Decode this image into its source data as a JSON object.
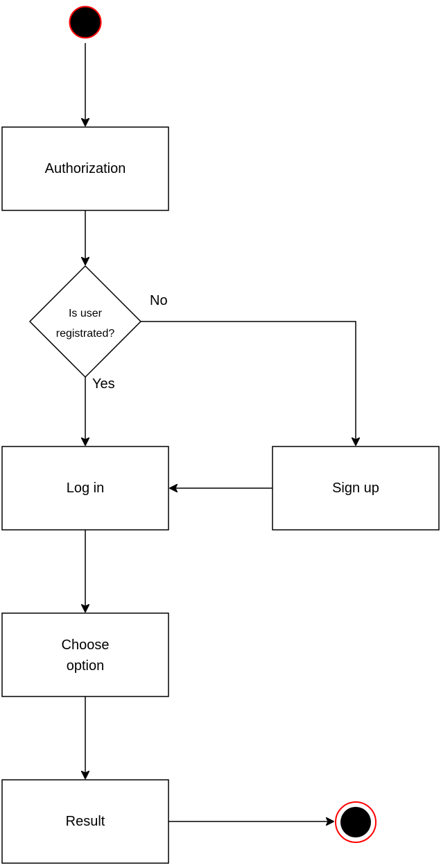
{
  "diagram": {
    "colors": {
      "stroke": "#000000",
      "fill": "#ffffff",
      "terminal_fill": "#000000",
      "terminal_ring": "#ff0000"
    },
    "nodes": {
      "start": {
        "kind": "initial-state"
      },
      "authorization": {
        "label": "Authorization"
      },
      "decision": {
        "line1": "Is user",
        "line2": "registrated?"
      },
      "login": {
        "label": "Log in"
      },
      "signup": {
        "label": "Sign up"
      },
      "choose": {
        "line1": "Choose",
        "line2": "option"
      },
      "result": {
        "label": "Result"
      },
      "end": {
        "kind": "final-state"
      }
    },
    "edges": {
      "no_label": "No",
      "yes_label": "Yes"
    }
  }
}
